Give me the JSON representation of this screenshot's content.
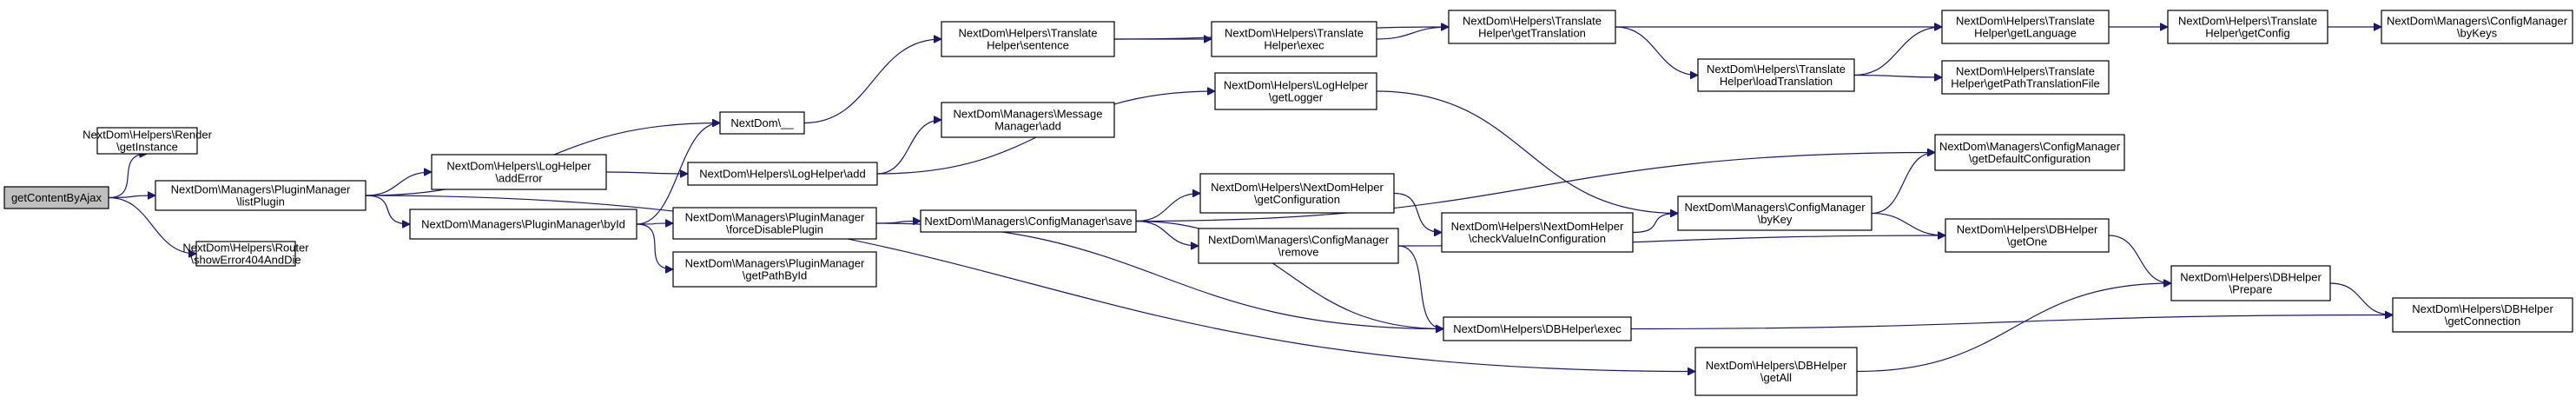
{
  "diagram": {
    "type": "call-graph",
    "colors": {
      "edge": "#191970",
      "root_fill": "#bfbfbf",
      "node_fill": "#ffffff",
      "border": "#000000"
    },
    "nodes": [
      {
        "id": "getContentByAjax",
        "lines": [
          "getContentByAjax"
        ],
        "root": true
      },
      {
        "id": "render_getInstance",
        "lines": [
          "NextDom\\Helpers\\Render",
          "\\getInstance"
        ]
      },
      {
        "id": "pm_listPlugin",
        "lines": [
          "NextDom\\Managers\\PluginManager",
          "\\listPlugin"
        ]
      },
      {
        "id": "router_showError",
        "lines": [
          "NextDom\\Helpers\\Router",
          "\\showError404AndDie"
        ]
      },
      {
        "id": "loghelper_addError",
        "lines": [
          "NextDom\\Helpers\\LogHelper",
          "\\addError"
        ]
      },
      {
        "id": "pm_byId",
        "lines": [
          "NextDom\\Managers\\PluginManager\\byId"
        ]
      },
      {
        "id": "nextdom_underscore",
        "lines": [
          "NextDom\\__"
        ]
      },
      {
        "id": "loghelper_add",
        "lines": [
          "NextDom\\Helpers\\LogHelper\\add"
        ]
      },
      {
        "id": "pm_forceDisable",
        "lines": [
          "NextDom\\Managers\\PluginManager",
          "\\forceDisablePlugin"
        ]
      },
      {
        "id": "pm_getPathById",
        "lines": [
          "NextDom\\Managers\\PluginManager",
          "\\getPathById"
        ]
      },
      {
        "id": "th_sentence",
        "lines": [
          "NextDom\\Helpers\\Translate",
          "Helper\\sentence"
        ]
      },
      {
        "id": "mm_add",
        "lines": [
          "NextDom\\Managers\\Message",
          "Manager\\add"
        ]
      },
      {
        "id": "cm_save",
        "lines": [
          "NextDom\\Managers\\ConfigManager\\save"
        ]
      },
      {
        "id": "th_exec",
        "lines": [
          "NextDom\\Helpers\\Translate",
          "Helper\\exec"
        ]
      },
      {
        "id": "loghelper_getLogger",
        "lines": [
          "NextDom\\Helpers\\LogHelper",
          "\\getLogger"
        ]
      },
      {
        "id": "ndh_getConfiguration",
        "lines": [
          "NextDom\\Helpers\\NextDomHelper",
          "\\getConfiguration"
        ]
      },
      {
        "id": "cm_remove",
        "lines": [
          "NextDom\\Managers\\ConfigManager",
          "\\remove"
        ]
      },
      {
        "id": "th_getTranslation",
        "lines": [
          "NextDom\\Helpers\\Translate",
          "Helper\\getTranslation"
        ]
      },
      {
        "id": "ndh_checkValue",
        "lines": [
          "NextDom\\Helpers\\NextDomHelper",
          "\\checkValueInConfiguration"
        ]
      },
      {
        "id": "dbh_exec",
        "lines": [
          "NextDom\\Helpers\\DBHelper\\exec"
        ]
      },
      {
        "id": "dbh_getAll",
        "lines": [
          "NextDom\\Helpers\\DBHelper",
          "\\getAll"
        ]
      },
      {
        "id": "cm_byKey",
        "lines": [
          "NextDom\\Managers\\ConfigManager",
          "\\byKey"
        ]
      },
      {
        "id": "th_loadTranslation",
        "lines": [
          "NextDom\\Helpers\\Translate",
          "Helper\\loadTranslation"
        ]
      },
      {
        "id": "th_getLanguage",
        "lines": [
          "NextDom\\Helpers\\Translate",
          "Helper\\getLanguage"
        ]
      },
      {
        "id": "th_getPathTranslationFile",
        "lines": [
          "NextDom\\Helpers\\Translate",
          "Helper\\getPathTranslationFile"
        ]
      },
      {
        "id": "cm_getDefaultConfiguration",
        "lines": [
          "NextDom\\Managers\\ConfigManager",
          "\\getDefaultConfiguration"
        ]
      },
      {
        "id": "dbh_getOne",
        "lines": [
          "NextDom\\Helpers\\DBHelper",
          "\\getOne"
        ]
      },
      {
        "id": "th_getConfig",
        "lines": [
          "NextDom\\Helpers\\Translate",
          "Helper\\getConfig"
        ]
      },
      {
        "id": "dbh_prepare",
        "lines": [
          "NextDom\\Helpers\\DBHelper",
          "\\Prepare"
        ]
      },
      {
        "id": "cm_byKeys",
        "lines": [
          "NextDom\\Managers\\ConfigManager",
          "\\byKeys"
        ]
      },
      {
        "id": "dbh_getConnection",
        "lines": [
          "NextDom\\Helpers\\DBHelper",
          "\\getConnection"
        ]
      }
    ],
    "edges": [
      [
        "getContentByAjax",
        "render_getInstance"
      ],
      [
        "getContentByAjax",
        "pm_listPlugin"
      ],
      [
        "getContentByAjax",
        "router_showError"
      ],
      [
        "pm_listPlugin",
        "nextdom_underscore"
      ],
      [
        "pm_listPlugin",
        "loghelper_addError"
      ],
      [
        "pm_listPlugin",
        "pm_byId"
      ],
      [
        "pm_listPlugin",
        "dbh_getAll"
      ],
      [
        "loghelper_addError",
        "loghelper_add"
      ],
      [
        "pm_byId",
        "nextdom_underscore"
      ],
      [
        "pm_byId",
        "pm_forceDisable"
      ],
      [
        "pm_byId",
        "pm_getPathById"
      ],
      [
        "nextdom_underscore",
        "th_sentence"
      ],
      [
        "loghelper_add",
        "mm_add"
      ],
      [
        "loghelper_add",
        "loghelper_getLogger"
      ],
      [
        "pm_forceDisable",
        "cm_save"
      ],
      [
        "pm_forceDisable",
        "dbh_exec"
      ],
      [
        "th_sentence",
        "th_exec"
      ],
      [
        "th_sentence",
        "th_getTranslation"
      ],
      [
        "th_exec",
        "th_getTranslation"
      ],
      [
        "cm_save",
        "ndh_getConfiguration"
      ],
      [
        "cm_save",
        "cm_remove"
      ],
      [
        "cm_save",
        "cm_getDefaultConfiguration"
      ],
      [
        "cm_save",
        "dbh_exec"
      ],
      [
        "loghelper_getLogger",
        "cm_byKey"
      ],
      [
        "ndh_getConfiguration",
        "ndh_checkValue"
      ],
      [
        "cm_remove",
        "dbh_exec"
      ],
      [
        "cm_remove",
        "dbh_getOne"
      ],
      [
        "th_getTranslation",
        "th_getLanguage"
      ],
      [
        "th_getTranslation",
        "th_loadTranslation"
      ],
      [
        "ndh_checkValue",
        "cm_byKey"
      ],
      [
        "dbh_exec",
        "dbh_getConnection"
      ],
      [
        "dbh_getAll",
        "dbh_prepare"
      ],
      [
        "cm_byKey",
        "cm_getDefaultConfiguration"
      ],
      [
        "cm_byKey",
        "dbh_getOne"
      ],
      [
        "th_loadTranslation",
        "th_getLanguage"
      ],
      [
        "th_loadTranslation",
        "th_getPathTranslationFile"
      ],
      [
        "th_getLanguage",
        "th_getConfig"
      ],
      [
        "dbh_getOne",
        "dbh_prepare"
      ],
      [
        "th_getConfig",
        "cm_byKeys"
      ],
      [
        "dbh_prepare",
        "dbh_getConnection"
      ]
    ]
  }
}
